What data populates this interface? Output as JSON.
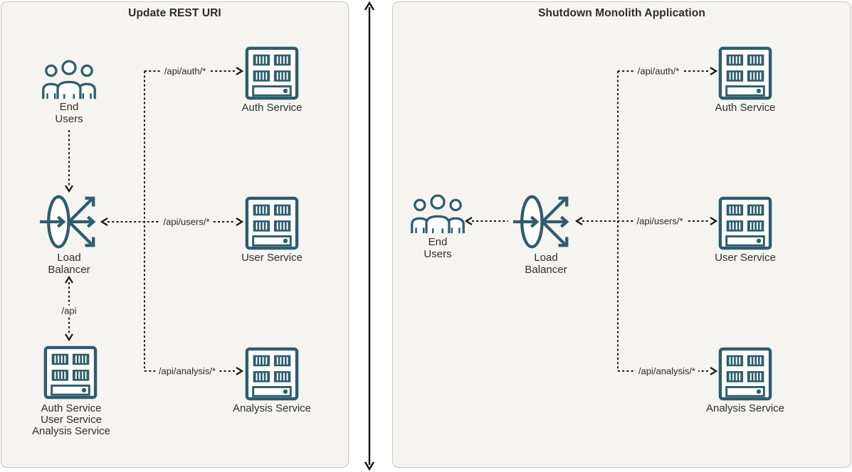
{
  "colors": {
    "icon_teal": "#2e5d6c",
    "panel_background": "#f5f4f1",
    "panel_border": "#c8c4bd",
    "connector_black": "#1b1b1b",
    "text_dark": "#312d2a"
  },
  "divider": {
    "icon": "vertical-double-arrow-icon"
  },
  "left_panel": {
    "title": "Update REST URI",
    "end_users": {
      "line1": "End",
      "line2": "Users"
    },
    "load_balancer": {
      "line1": "Load",
      "line2": "Balancer"
    },
    "routes": {
      "auth": "/api/auth/*",
      "users": "/api/users/*",
      "analysis": "/api/analysis/*",
      "api": "/api"
    },
    "services": {
      "auth": "Auth Service",
      "user": "User Service",
      "analysis": "Analysis Service"
    },
    "monolith": {
      "line1": "Auth Service",
      "line2": "User Service",
      "line3": "Analysis Service"
    }
  },
  "right_panel": {
    "title": "Shutdown Monolith Application",
    "end_users": {
      "line1": "End",
      "line2": "Users"
    },
    "load_balancer": {
      "line1": "Load",
      "line2": "Balancer"
    },
    "routes": {
      "auth": "/api/auth/*",
      "users": "/api/users/*",
      "analysis": "/api/analysis/*"
    },
    "services": {
      "auth": "Auth Service",
      "user": "User Service",
      "analysis": "Analysis Service"
    }
  }
}
